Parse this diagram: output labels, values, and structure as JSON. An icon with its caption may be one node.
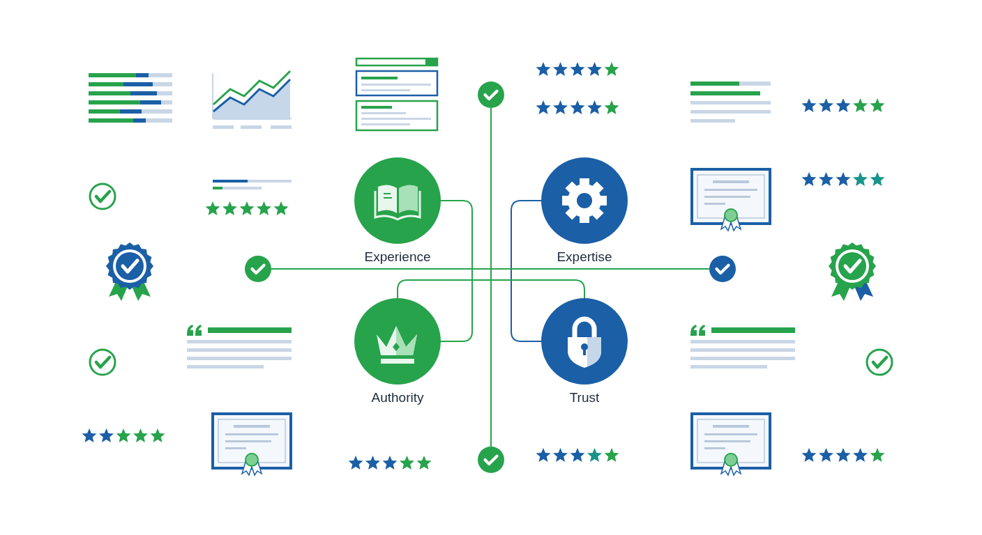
{
  "diagram": {
    "nodes": [
      {
        "text": [
          "Experience"
        ]
      },
      {
        "text": [
          "Expertise"
        ]
      },
      {
        "text": [
          "Authority"
        ]
      },
      {
        "text": [
          "Trust"
        ]
      },
      {
        "text": [],
        "shape": "circle"
      },
      {
        "text": [],
        "shape": "circle"
      },
      {
        "text": [],
        "shape": "circle"
      },
      {
        "text": [],
        "shape": "circle"
      }
    ],
    "edges": [
      {
        "from": 0,
        "to": 2,
        "arrow": "none"
      },
      {
        "from": 1,
        "to": 3,
        "arrow": "none",
        "color": "#1b5fa6"
      },
      {
        "from": 2,
        "to": 3,
        "arrow": "none"
      },
      {
        "from": 4,
        "to": 5,
        "arrow": "none"
      },
      {
        "from": 6,
        "to": 7,
        "arrow": "none"
      }
    ]
  }
}
